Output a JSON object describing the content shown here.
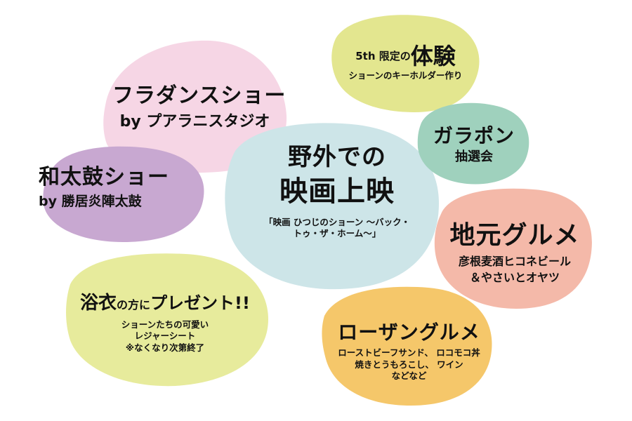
{
  "colors": {
    "hula": "#f6d6e5",
    "taiko": "#c8a8d1",
    "movie": "#cde5e8",
    "experience": "#e3e68f",
    "garapon": "#9fd1bd",
    "gourmet_local": "#f4b9a9",
    "yukata": "#e7eb9c",
    "rosa": "#f5c76a"
  },
  "movie": {
    "title_1": "野外での",
    "title_2": "映画上映",
    "sub_1": "「映画 ひつじのショーン ～バック・",
    "sub_2": "トゥ・ザ・ホーム～」"
  },
  "hula": {
    "title": "フラダンスショー",
    "sub": "by プアラニスタジオ"
  },
  "taiko": {
    "title": "和太鼓ショー",
    "sub": "by 勝居炎陣太鼓"
  },
  "experience": {
    "prefix": "5th 限定の",
    "title": "体験",
    "sub": "ショーンのキーホルダー作り"
  },
  "garapon": {
    "title": "ガラポン",
    "sub": "抽選会"
  },
  "gourmet_local": {
    "title": "地元グルメ",
    "sub_1": "彦根麦酒ヒコネビール",
    "sub_2": "＆やさいとオヤツ"
  },
  "yukata": {
    "title_1": "浴衣",
    "title_2": "の方に",
    "title_3": "プレゼント!!",
    "sub_1": "ショーンたちの可愛い",
    "sub_2": "レジャーシート",
    "sub_3": "※なくなり次第終了"
  },
  "rosa": {
    "title": "ローザングルメ",
    "sub_1": "ローストビーフサンド、 ロコモコ丼",
    "sub_2": "焼きとうもろこし、 ワイン",
    "sub_3": "などなど"
  }
}
